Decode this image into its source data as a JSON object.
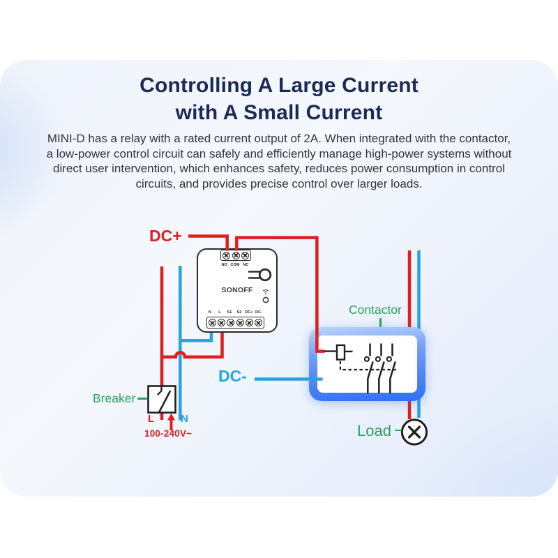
{
  "page": {
    "title_line1": "Controlling A Large Current",
    "title_line2": "with A Small Current",
    "description_lines": [
      "MINI-D has a relay with a rated current output of 2A. When integrated with the contactor,",
      "a low-power control circuit can safely and efficiently manage high-power systems without",
      "direct user intervention, which enhances safety, reduces power consumption in control",
      "circuits, and provides precise control over larger loads."
    ]
  },
  "diagram": {
    "labels": {
      "dc_plus": "DC+",
      "dc_minus": "DC-",
      "breaker": "Breaker",
      "contactor": "Contactor",
      "load": "Load",
      "line": "L",
      "neutral": "N",
      "voltage": "100-240V~"
    },
    "device": {
      "brand": "SONOFF",
      "top_terminals": [
        "NO",
        "COM",
        "NC"
      ],
      "bottom_terminals": [
        "N",
        "L",
        "S1",
        "S2",
        "DC+",
        "DC-"
      ]
    },
    "colors": {
      "wire_red": "#e11e1e",
      "wire_blue": "#29a3e0",
      "label_green": "#28a05d",
      "title_navy": "#1c2a56",
      "contactor_blue": "#2f6ff0",
      "symbol_black": "#1f1f1f"
    }
  }
}
